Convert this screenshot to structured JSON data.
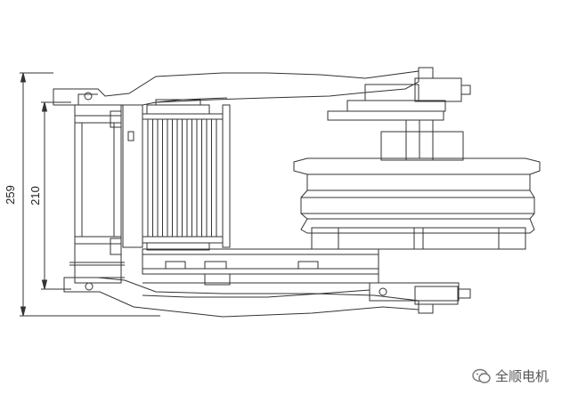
{
  "dimensions": {
    "overall_height": "259",
    "inner_height": "210"
  },
  "watermark": {
    "text": "全顺电机"
  },
  "icons": {
    "watermark": "wechat-icon"
  },
  "colors": {
    "line": "#333333",
    "background": "#ffffff"
  }
}
